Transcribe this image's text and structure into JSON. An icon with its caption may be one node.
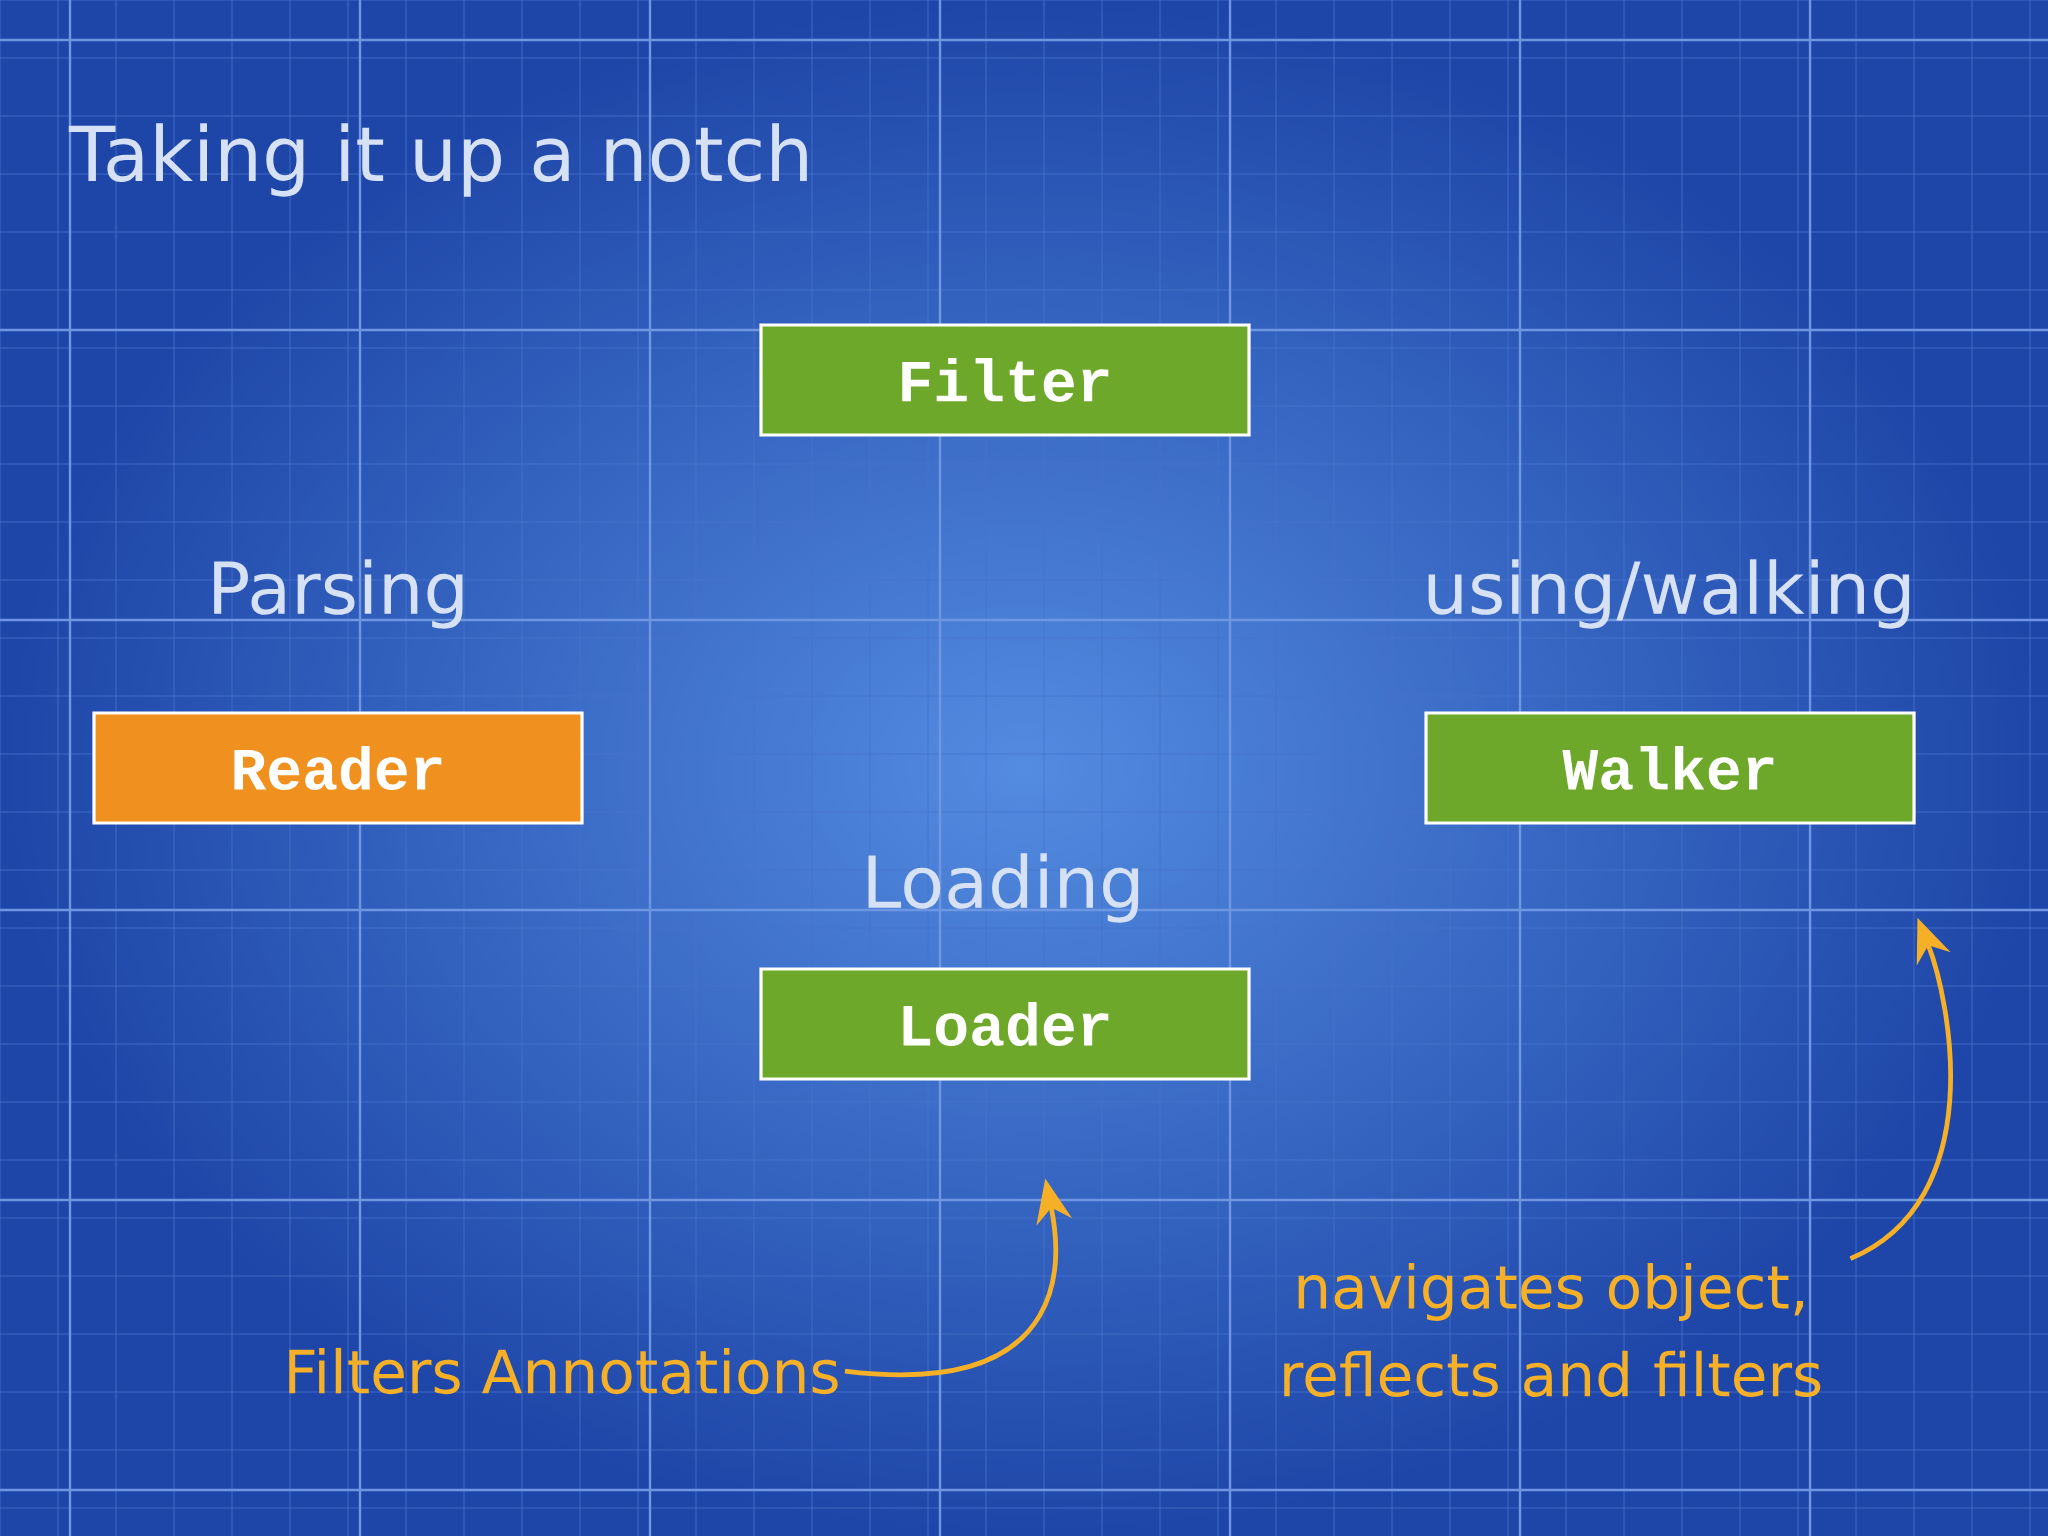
{
  "diagram": {
    "title": "Taking it up a notch",
    "nodes": [
      {
        "text": [
          "Filter"
        ]
      },
      {
        "text": [
          "Parsing",
          "Reader"
        ]
      },
      {
        "text": [
          "using/walking",
          "Walker"
        ]
      },
      {
        "text": [
          "Loading",
          "Loader"
        ]
      },
      {
        "text": [
          "Filters Annotations"
        ]
      },
      {
        "text": [
          "navigates object, reflects and filters"
        ]
      }
    ],
    "edges": [
      {
        "from": 4,
        "to": 3,
        "arrow": "to"
      },
      {
        "from": 5,
        "to": 2,
        "arrow": "to"
      }
    ]
  }
}
